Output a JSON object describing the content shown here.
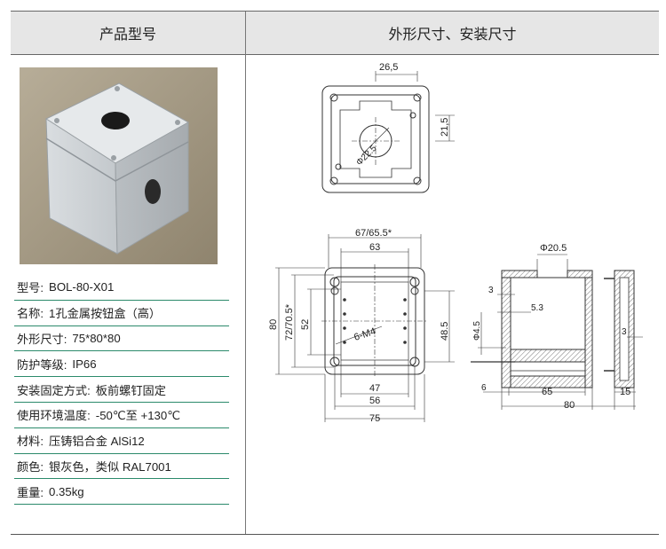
{
  "header": {
    "col1": "产品型号",
    "col2": "外形尺寸、安装尺寸"
  },
  "specs": [
    {
      "label": "型号:",
      "value": "BOL-80-X01"
    },
    {
      "label": "名称:",
      "value": "1孔金属按钮盒（高）"
    },
    {
      "label": "外形尺寸:",
      "value": "75*80*80"
    },
    {
      "label": "防护等级:",
      "value": "IP66"
    },
    {
      "label": "安装固定方式:",
      "value": "板前螺钉固定"
    },
    {
      "label": "使用环境温度:",
      "value": "-50℃至 +130℃"
    },
    {
      "label": "材料:",
      "value": "压铸铝合金  AlSi12"
    },
    {
      "label": "颜色:",
      "value": "银灰色，类似 RAL7001"
    },
    {
      "label": "重量:",
      "value": "0.35kg"
    }
  ],
  "dims": {
    "top_hole_offset": "26,5",
    "top_side": "21,5",
    "top_hole_dia": "Φ22.5",
    "front_outer": "67/65.5*",
    "front_inner": "63",
    "front_height": "80",
    "front_h2": "72/70.5*",
    "front_h3": "52",
    "front_h4": "48.5",
    "front_screws": "6-M4",
    "front_w47": "47",
    "front_w56": "56",
    "front_w75": "75",
    "side_top_dia": "Φ20.5",
    "side_3a": "3",
    "side_53": "5.3",
    "side_45": "Φ4.5",
    "side_3b": "3",
    "side_6": "6",
    "side_65": "65",
    "side_15": "15",
    "side_80": "80"
  }
}
